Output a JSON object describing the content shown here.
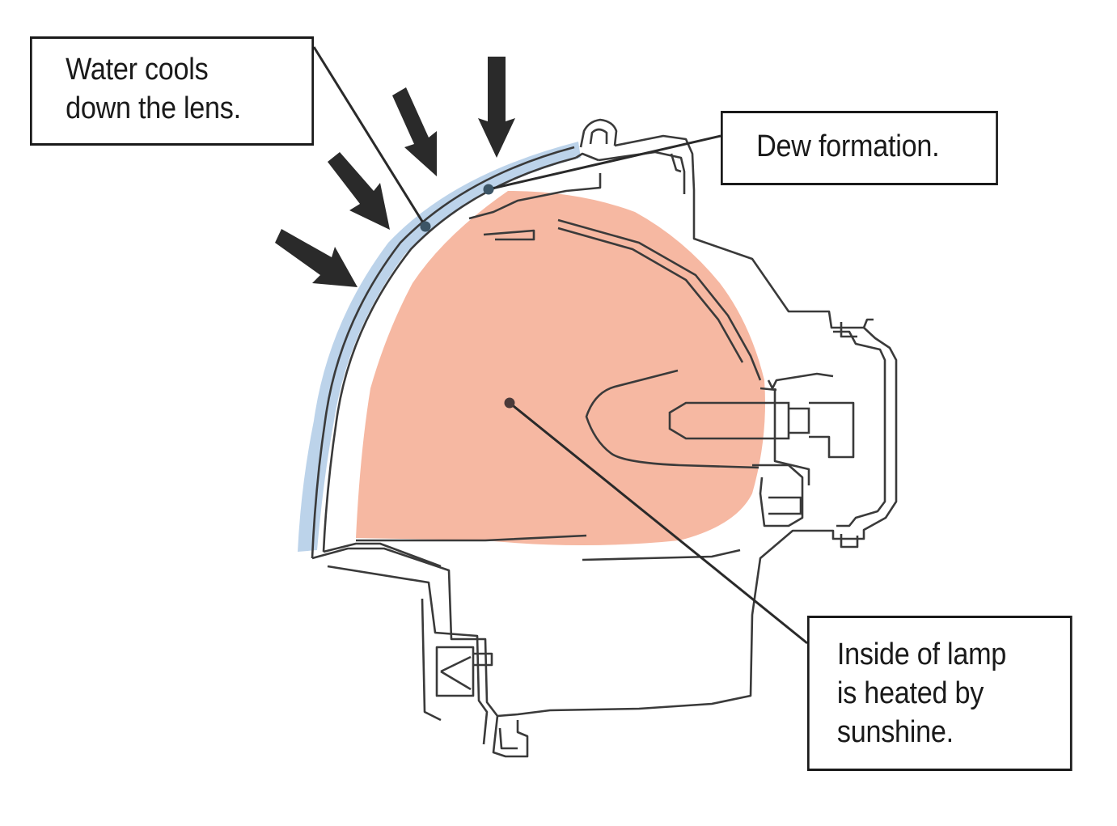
{
  "callouts": {
    "water": {
      "lines": [
        "Water cools",
        "down the lens."
      ]
    },
    "dew": {
      "lines": [
        "Dew formation."
      ]
    },
    "inside": {
      "lines": [
        "Inside of lamp",
        "is heated by",
        "sunshine."
      ]
    }
  },
  "colors": {
    "heated_region": "#f6b8a2",
    "lens_water": "#bcd3ea",
    "outline": "#3a3a3a",
    "arrow": "#2a2a2a",
    "leader_dot": "#3c5566"
  },
  "icons": {
    "sun_arrows": "sunshine-arrow-icon",
    "bulb": "lamp-bulb-icon"
  }
}
